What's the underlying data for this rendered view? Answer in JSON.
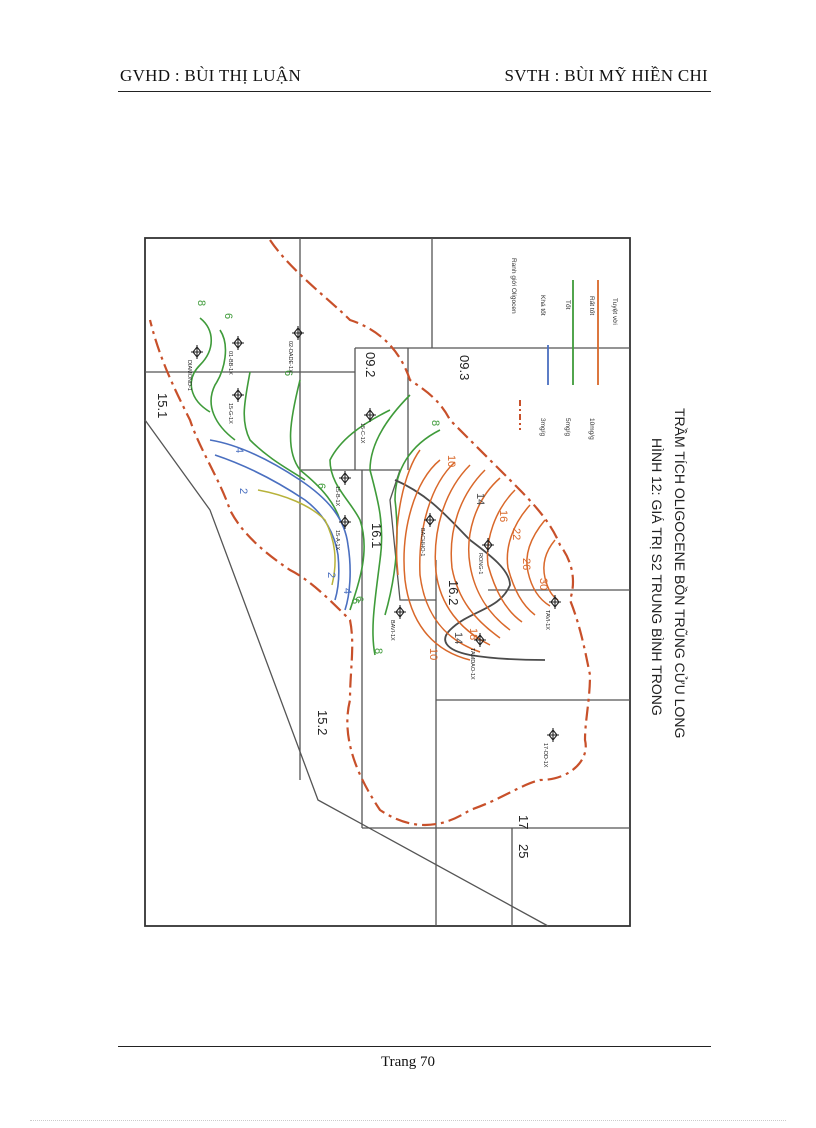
{
  "header": {
    "left": "GVHD : BÙI THỊ LUẬN",
    "right": "SVTH : BÙI MỸ HIỀN CHI"
  },
  "footer": {
    "page": "Trang 70"
  },
  "figure": {
    "caption_line1": "HÌNH 12: GIÁ TRỊ S2 TRUNG BÌNH TRONG",
    "caption_line2": "TRẦM TÍCH OLIGOCENE BỒN TRŨNG CỬU LONG",
    "blocks": [
      "15.1",
      "09.2",
      "09.3",
      "16.1",
      "16.2",
      "15.2",
      "25",
      "17"
    ],
    "wells": [
      "DIAMOND-1",
      "01-BB-1X",
      "02-DADE-1X",
      "15-G-1X",
      "15-C-1X",
      "15-B-1X",
      "15-A-1X",
      "BACHHO-1",
      "RONG-1",
      "BAVI-1X",
      "TAMDAO-1X",
      "TAVI-1X",
      "17-DD-1X"
    ],
    "contour_labels": [
      "8",
      "6",
      "6",
      "6",
      "8",
      "4",
      "2",
      "6",
      "4",
      "2",
      "6",
      "8",
      "10",
      "14",
      "16",
      "22",
      "26",
      "30",
      "18",
      "14",
      "10"
    ],
    "legend": [
      {
        "range": "",
        "label": "Ranh giới Oligocen",
        "color": "#c8502a"
      },
      {
        "range": "3mg/g",
        "label": "Khá tốt",
        "color": "#4a6fc0"
      },
      {
        "range": "5mg/g",
        "label": "Tốt",
        "color": "#3f9b3a"
      },
      {
        "range": "10mg/g",
        "label": "Rất tốt",
        "color": "#d9682a"
      },
      {
        "range": "",
        "label": "Tuyệt vời",
        "color": "#d9682a"
      }
    ],
    "colors": {
      "boundary": "#c8502a",
      "blue": "#4a6fc0",
      "green": "#3f9b3a",
      "orange": "#d9682a",
      "grid": "#555555"
    }
  }
}
